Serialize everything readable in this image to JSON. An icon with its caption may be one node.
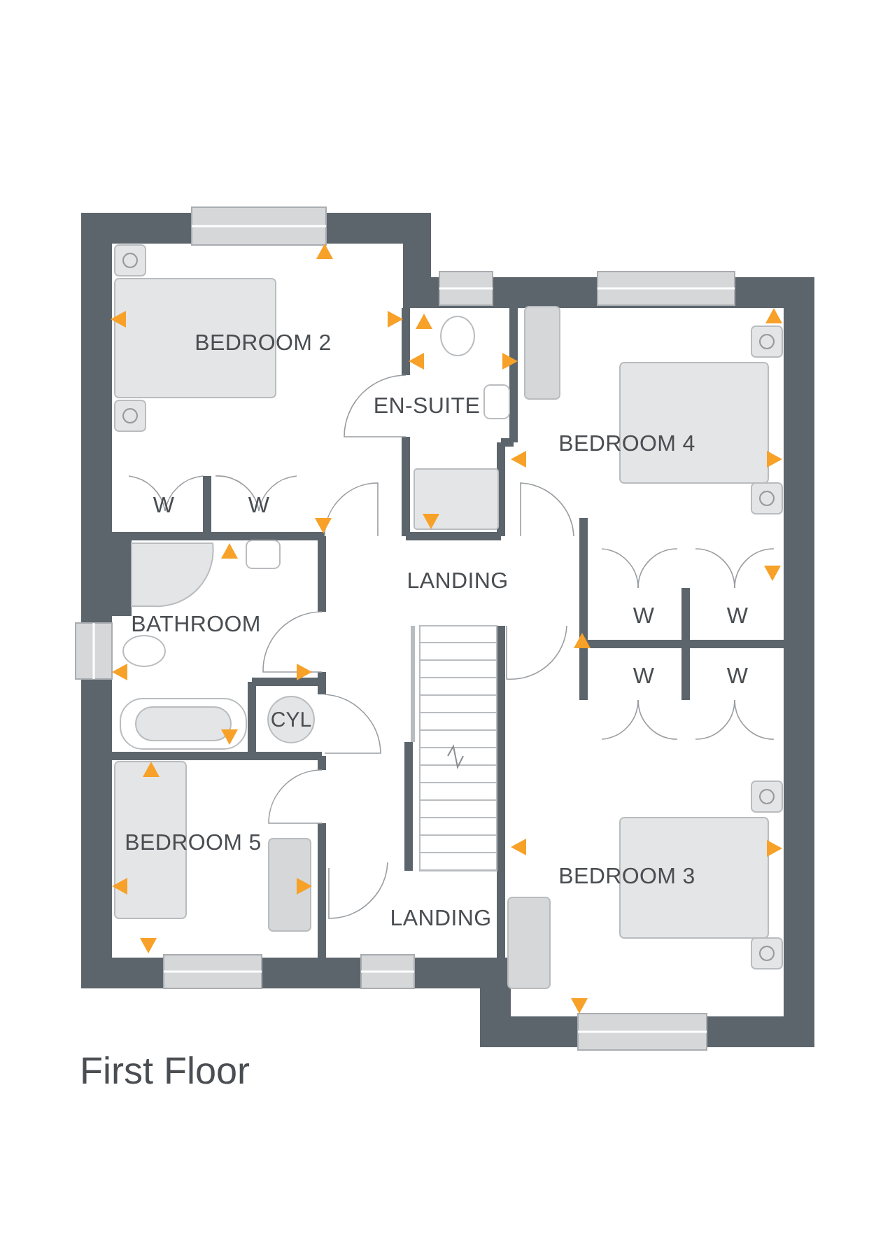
{
  "diagram": {
    "title": "First Floor",
    "nodes": [
      {
        "text": [
          "CYL"
        ]
      }
    ],
    "labels": [
      "BEDROOM 2",
      "EN-SUITE",
      "BEDROOM 4",
      "W",
      "W",
      "LANDING",
      "W",
      "W",
      "BATHROOM",
      "W",
      "W",
      "BEDROOM 5",
      "BEDROOM 3",
      "LANDING"
    ]
  }
}
